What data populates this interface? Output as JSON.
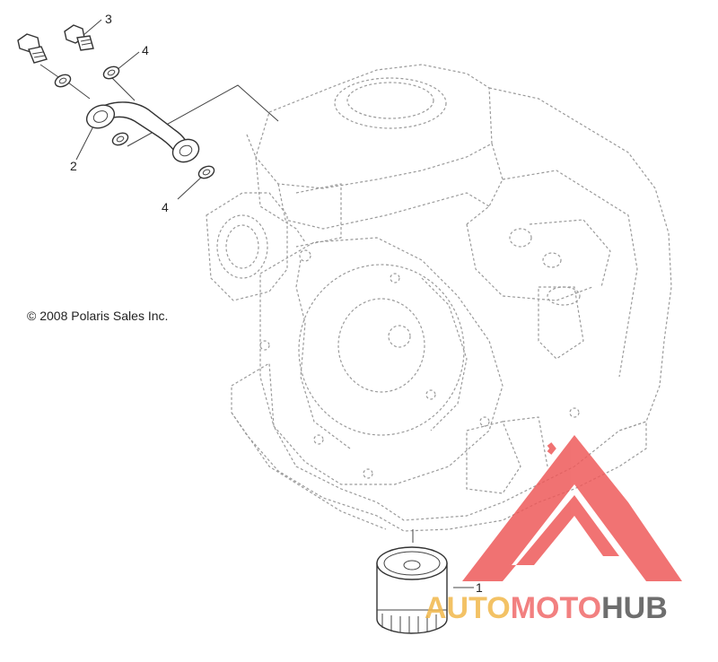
{
  "callouts": {
    "c1": "1",
    "c2": "2",
    "c3": "3",
    "c4_top": "4",
    "c4_bottom": "4"
  },
  "copyright": "© 2008 Polaris Sales Inc.",
  "watermark": {
    "part1": "AUTO",
    "part2": "MOTO",
    "part3": "HUB",
    "colors": {
      "auto": "#f2b84b",
      "moto": "#f06b6b",
      "hub": "#555555",
      "logo": "#ee5a5a"
    }
  }
}
